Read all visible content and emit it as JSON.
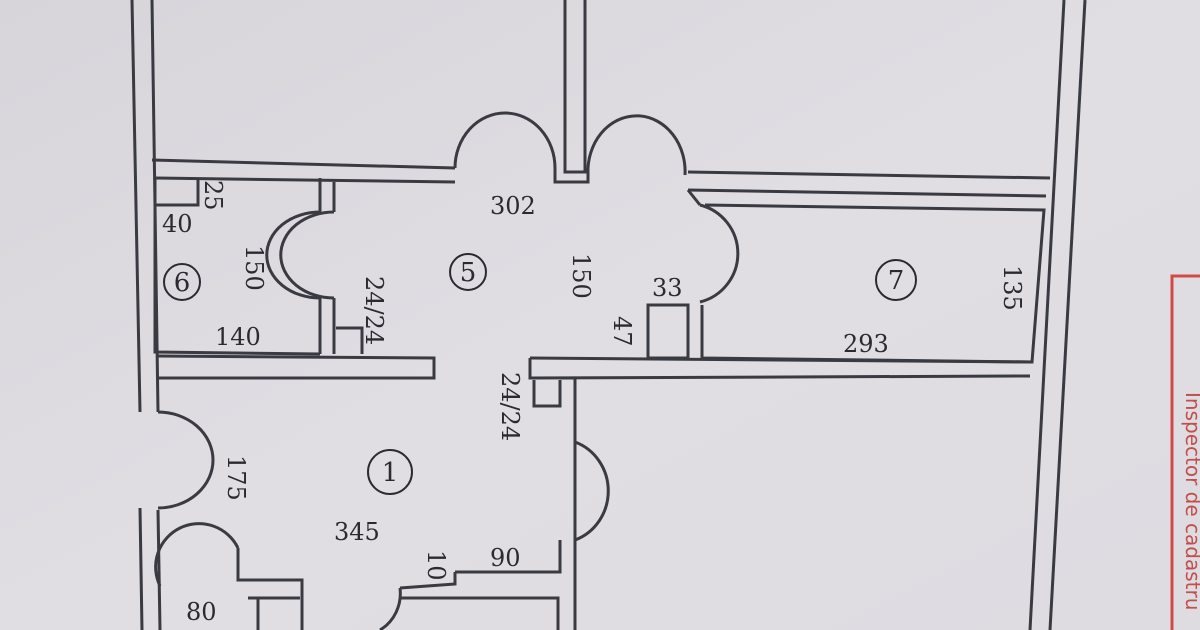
{
  "paper_color": "#dcdadf",
  "wall_color": "#3a3a42",
  "stamp_color": "#d04a4a",
  "rooms": [
    {
      "number": "1"
    },
    {
      "number": "5"
    },
    {
      "number": "6"
    },
    {
      "number": "7"
    }
  ],
  "dimensions": {
    "d_302": "302",
    "d_150_mid": "150",
    "d_150_left": "150",
    "d_25": "25",
    "d_40": "40",
    "d_140": "140",
    "d_24_top": "24/24",
    "d_33": "33",
    "d_47": "47",
    "d_135": "135",
    "d_293": "293",
    "d_24_mid": "24/24",
    "d_175": "175",
    "d_345": "345",
    "d_10": "10",
    "d_90": "90",
    "d_80": "80"
  },
  "stamp_text": "Inspector de cadastru"
}
